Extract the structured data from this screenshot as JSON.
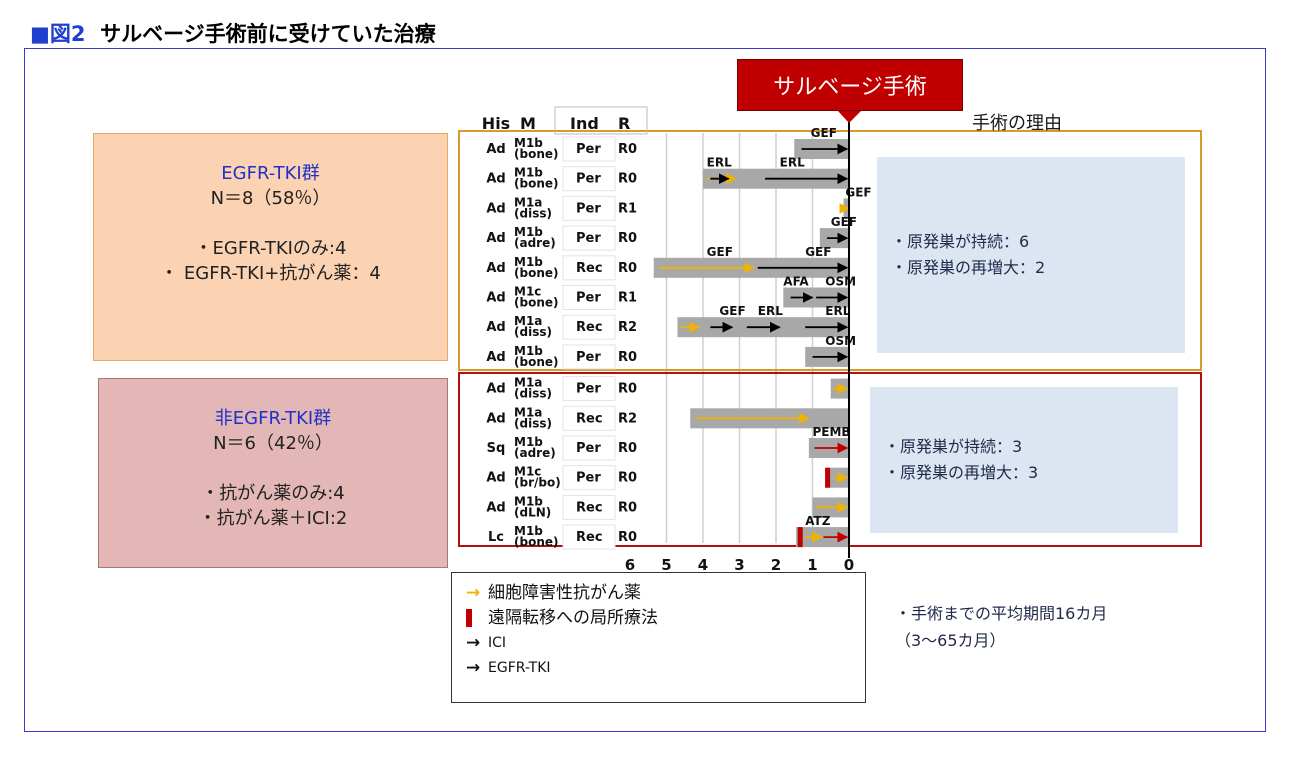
{
  "figure": {
    "tag": "■図2",
    "title": "サルベージ手術前に受けていた治療"
  },
  "colors": {
    "chemo": "#f0b400",
    "local": "#c00000",
    "ici": "#c00000",
    "egfr_tki": "#000000",
    "bar": "#a8a8a8",
    "egfr_border": "#d89a2a",
    "non_border": "#b01010"
  },
  "groups": {
    "egfr": {
      "title": "EGFR-TKI群",
      "count": "N＝8（58％）",
      "items": [
        "・EGFR-TKIのみ:4",
        "・ EGFR-TKI+抗がん薬：4"
      ]
    },
    "non_egfr": {
      "title": "非EGFR-TKI群",
      "count": "N＝6（42％）",
      "items": [
        "・抗がん薬のみ:4",
        "・抗がん薬＋ICI:2"
      ]
    }
  },
  "salvage_label": "サルベージ手術",
  "reason_label": "手術の理由",
  "summaries": {
    "egfr": [
      "・原発巣が持続：6",
      "・原発巣の再増大：2"
    ],
    "non_egfr": [
      "・原発巣が持続：3",
      "・原発巣の再増大：3"
    ]
  },
  "legend": {
    "chemo": "細胞障害性抗がん薬",
    "local": "遠隔転移への局所療法",
    "ici": "ICI",
    "egfr_tki": "EGFR-TKI"
  },
  "average": {
    "line1": "・手術までの平均期間16カ月",
    "line2": "（3～65カ月）"
  },
  "chart_data": {
    "type": "bar",
    "orientation": "horizontal",
    "title": "",
    "xlabel": "",
    "ylabel": "",
    "xlim": [
      6,
      0
    ],
    "x_ticks": [
      "6",
      "5",
      "4",
      "3",
      "2",
      "1",
      "0"
    ],
    "grid": true,
    "column_headers": [
      "His",
      "M",
      "Ind",
      "R"
    ],
    "rows": [
      {
        "group": "egfr",
        "his": "Ad",
        "m": "M1b",
        "site": "(bone)",
        "ind": "Per",
        "r": "R0",
        "start": 1.5,
        "segments": [
          {
            "type": "egfr_tki",
            "from": 1.3,
            "to": 0.05
          }
        ],
        "labels": [
          {
            "text": "GEF",
            "x": 1.05
          }
        ]
      },
      {
        "group": "egfr",
        "his": "Ad",
        "m": "M1b",
        "site": "(bone)",
        "ind": "Per",
        "r": "R0",
        "start": 4.0,
        "segments": [
          {
            "type": "chemo",
            "from": 3.9,
            "to": 3.1
          },
          {
            "type": "egfr_tki",
            "from": 3.8,
            "to": 3.3
          },
          {
            "type": "egfr_tki",
            "from": 2.3,
            "to": 0.05
          }
        ],
        "labels": [
          {
            "text": "ERL",
            "x": 3.9
          },
          {
            "text": "ERL",
            "x": 1.9
          }
        ]
      },
      {
        "group": "egfr",
        "his": "Ad",
        "m": "M1a",
        "site": "(diss)",
        "ind": "Per",
        "r": "R1",
        "start": 0.15,
        "segments": [
          {
            "type": "chemo",
            "from": 0.12,
            "to": 0.0
          }
        ],
        "labels": [
          {
            "text": "GEF",
            "x": 0.1
          }
        ]
      },
      {
        "group": "egfr",
        "his": "Ad",
        "m": "M1b",
        "site": "(adre)",
        "ind": "Per",
        "r": "R0",
        "start": 0.8,
        "segments": [
          {
            "type": "egfr_tki",
            "from": 0.6,
            "to": 0.05
          }
        ],
        "labels": [
          {
            "text": "GEF",
            "x": 0.5
          }
        ]
      },
      {
        "group": "egfr",
        "his": "Ad",
        "m": "M1b",
        "site": "(bone)",
        "ind": "Rec",
        "r": "R0",
        "start": 5.35,
        "segments": [
          {
            "type": "chemo",
            "from": 5.2,
            "to": 2.6
          },
          {
            "type": "egfr_tki",
            "from": 2.5,
            "to": 0.05
          }
        ],
        "labels": [
          {
            "text": "GEF",
            "x": 3.9
          },
          {
            "text": "GEF",
            "x": 1.2
          }
        ]
      },
      {
        "group": "egfr",
        "his": "Ad",
        "m": "M1c",
        "site": "(bone)",
        "ind": "Per",
        "r": "R1",
        "start": 1.8,
        "segments": [
          {
            "type": "egfr_tki",
            "from": 1.6,
            "to": 1.0
          },
          {
            "type": "egfr_tki",
            "from": 0.9,
            "to": 0.05
          }
        ],
        "labels": [
          {
            "text": "AFA",
            "x": 1.8
          },
          {
            "text": "OSM",
            "x": 0.65
          }
        ]
      },
      {
        "group": "egfr",
        "his": "Ad",
        "m": "M1a",
        "site": "(diss)",
        "ind": "Rec",
        "r": "R2",
        "start": 4.7,
        "segments": [
          {
            "type": "chemo",
            "from": 4.6,
            "to": 4.1
          },
          {
            "type": "egfr_tki",
            "from": 3.8,
            "to": 3.2
          },
          {
            "type": "egfr_tki",
            "from": 2.8,
            "to": 1.9
          },
          {
            "type": "egfr_tki",
            "from": 1.2,
            "to": 0.05
          }
        ],
        "labels": [
          {
            "text": "GEF",
            "x": 3.55
          },
          {
            "text": "ERL",
            "x": 2.5
          },
          {
            "text": "ERL",
            "x": 0.65
          }
        ]
      },
      {
        "group": "egfr",
        "his": "Ad",
        "m": "M1b",
        "site": "(bone)",
        "ind": "Per",
        "r": "R0",
        "start": 1.2,
        "segments": [
          {
            "type": "egfr_tki",
            "from": 1.0,
            "to": 0.05
          }
        ],
        "labels": [
          {
            "text": "OSM",
            "x": 0.65
          }
        ]
      },
      {
        "group": "non_egfr",
        "his": "Ad",
        "m": "M1a",
        "site": "(diss)",
        "ind": "Per",
        "r": "R0",
        "start": 0.5,
        "segments": [
          {
            "type": "chemo",
            "from": 0.45,
            "to": 0.05
          }
        ],
        "labels": []
      },
      {
        "group": "non_egfr",
        "his": "Ad",
        "m": "M1a",
        "site": "(diss)",
        "ind": "Rec",
        "r": "R2",
        "start": 4.35,
        "segments": [
          {
            "type": "chemo",
            "from": 4.2,
            "to": 1.1
          }
        ],
        "labels": []
      },
      {
        "group": "non_egfr",
        "his": "Sq",
        "m": "M1b",
        "site": "(adre)",
        "ind": "Per",
        "r": "R0",
        "start": 1.1,
        "segments": [
          {
            "type": "ici",
            "from": 0.95,
            "to": 0.05
          }
        ],
        "labels": [
          {
            "text": "PEMB",
            "x": 1.0
          }
        ]
      },
      {
        "group": "non_egfr",
        "his": "Ad",
        "m": "M1c",
        "site": "(br/bo)",
        "ind": "Per",
        "r": "R0",
        "start": 0.65,
        "segments": [
          {
            "type": "local",
            "at": 0.6
          },
          {
            "type": "chemo",
            "from": 0.4,
            "to": 0.05
          }
        ],
        "labels": []
      },
      {
        "group": "non_egfr",
        "his": "Ad",
        "m": "M1b",
        "site": "(dLN)",
        "ind": "Rec",
        "r": "R0",
        "start": 1.0,
        "segments": [
          {
            "type": "chemo",
            "from": 0.9,
            "to": 0.05
          }
        ],
        "labels": []
      },
      {
        "group": "non_egfr",
        "his": "Lc",
        "m": "M1b",
        "site": "(bone)",
        "ind": "Rec",
        "r": "R0",
        "start": 1.45,
        "segments": [
          {
            "type": "local",
            "at": 1.35
          },
          {
            "type": "chemo",
            "from": 1.2,
            "to": 0.75
          },
          {
            "type": "ici",
            "from": 0.7,
            "to": 0.05
          }
        ],
        "labels": [
          {
            "text": "ATZ",
            "x": 1.2
          }
        ]
      }
    ]
  }
}
